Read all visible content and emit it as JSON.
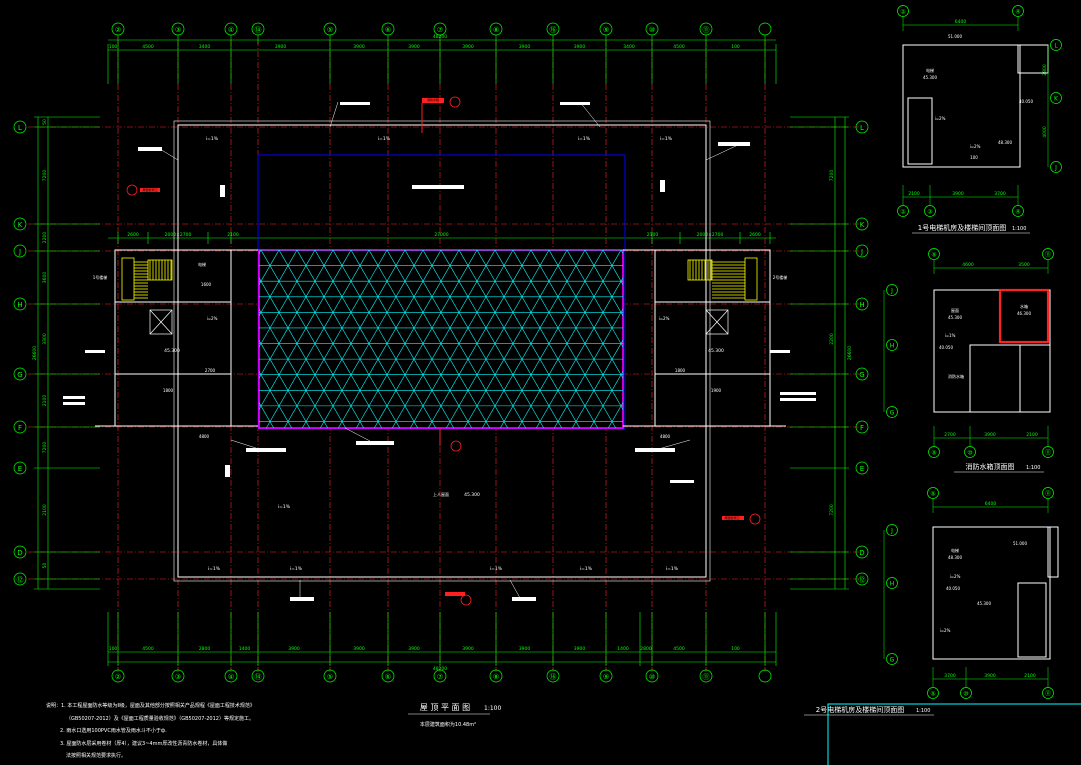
{
  "colors": {
    "background": "#000000",
    "grid_line": "#ff2020",
    "dimension": "#00ff00",
    "wall": "#ffffff",
    "skylight": "#00ffff",
    "skylight_border": "#ff00ff",
    "roof_outline": "#0000ff",
    "stair": "#ffff00",
    "highlight": "#ff0000",
    "label_box": "#ffffff"
  },
  "main_plan": {
    "title": "屋 顶 平 面 图",
    "scale": "1:100",
    "area_note": "本层建筑面积为10.48m²",
    "top_axes": [
      "②",
      "③",
      "④",
      "⑭",
      "⑤",
      "⑥",
      "⑦",
      "⑧",
      "⑯",
      "⑨",
      "⑩",
      "⑪"
    ],
    "bottom_axes": [
      "②",
      "③",
      "④",
      "⑭",
      "⑤",
      "⑥",
      "⑦",
      "⑧",
      "⑯",
      "⑨",
      "⑩",
      "⑪"
    ],
    "side_axes": [
      "L",
      "K",
      "J",
      "H",
      "G",
      "F",
      "E",
      "D",
      "⑫"
    ],
    "top_dims": [
      "100",
      "4500",
      "3400",
      "3900",
      "3900",
      "3900",
      "3900",
      "3900",
      "3900",
      "3400",
      "4500",
      "100"
    ],
    "top_total": "48200",
    "bottom_dims": [
      "100",
      "4500",
      "2800",
      "1400",
      "3900",
      "3900",
      "3900",
      "3900",
      "3900",
      "3900",
      "1400",
      "2800",
      "4500",
      "100"
    ],
    "bottom_total": "48200",
    "left_dims": [
      "50",
      "7200",
      "2200",
      "3600",
      "3300",
      "2100",
      "7200",
      "2100",
      "50"
    ],
    "left_total": "26600",
    "right_dims": [
      "7200",
      "2200",
      "7200"
    ],
    "right_total": "26600",
    "mid_dims": [
      "2600",
      "2000×2700",
      "2100",
      "27000",
      "2100",
      "2000×2700",
      "2600"
    ],
    "slope_labels": [
      "i=1%",
      "i=1%",
      "i=1%",
      "i=1%",
      "i=1%",
      "i=1%",
      "i=1%",
      "i=1%",
      "i=1%",
      "i=1%"
    ],
    "elevations": [
      "45.300",
      "45.300",
      "45.300"
    ],
    "small_labels": [
      "上人屋面",
      "1号楼梯",
      "2号楼梯",
      "电梯",
      "4800",
      "4800",
      "1600",
      "1800",
      "2700",
      "1900",
      "1800",
      "i=2%",
      "i=2%"
    ],
    "red_marks": [
      "消防水箱",
      "屋面检修口",
      "屋面检修口"
    ]
  },
  "notes": [
    "说明：1. 本工程屋面防水等级为Ⅱ级，屋面及其他部分按照相关产品规程《屋面工程技术规范》",
    "（GB50207-2012）及《屋面工程质量验收规范》（GB50207-2012）等规定施工。",
    "2. 雨水口选用100PVC雨水管及雨水斗不小于ф.",
    "3. 屋面防水层采用卷材（厚4），建议3~4mm厚改性沥青防水卷材，具体做",
    "法按照相关规范要求执行。"
  ],
  "detail1": {
    "title": "1号电梯机房及楼梯间顶面图",
    "scale": "1:100",
    "axes_top": [
      "②",
      "④"
    ],
    "axes_bottom": [
      "②",
      "③",
      "④"
    ],
    "axes_side": [
      "L",
      "K",
      "J"
    ],
    "top_dim": "6400",
    "bottom_dims": [
      "2100",
      "3900",
      "3700"
    ],
    "side_dims": [
      "2800",
      "4000"
    ],
    "labels": [
      "电梯",
      "45.300",
      "40.050",
      "48.300",
      "100",
      "i=2%",
      "i=2%"
    ],
    "elevation": "51.000"
  },
  "detail2": {
    "title": "消防水箱顶面图",
    "scale": "1:100",
    "axes_top": [
      "⑨",
      "⑪"
    ],
    "axes_bottom": [
      "⑨",
      "⑩",
      "⑪"
    ],
    "axes_side": [
      "J",
      "H",
      "G"
    ],
    "top_dims": [
      "4600",
      "3500"
    ],
    "bottom_dims": [
      "2700",
      "3900",
      "2100"
    ],
    "labels": [
      "屋面",
      "45.300",
      "水箱",
      "46.300",
      "i=1%",
      "40.050"
    ],
    "red_labels": [
      "消防水箱"
    ]
  },
  "detail3": {
    "title": "2号电梯机房及楼梯间顶面图",
    "scale": "1:100",
    "axes_top": [
      "⑨",
      "⑪"
    ],
    "axes_bottom": [
      "⑨",
      "⑩",
      "⑪"
    ],
    "axes_side": [
      "J",
      "H",
      "G"
    ],
    "top_dim": "6400",
    "bottom_dims": [
      "3700",
      "3900",
      "2100"
    ],
    "labels": [
      "电梯",
      "48.300",
      "51.000",
      "i=2%",
      "40.050",
      "45.300",
      "i=2%"
    ]
  }
}
